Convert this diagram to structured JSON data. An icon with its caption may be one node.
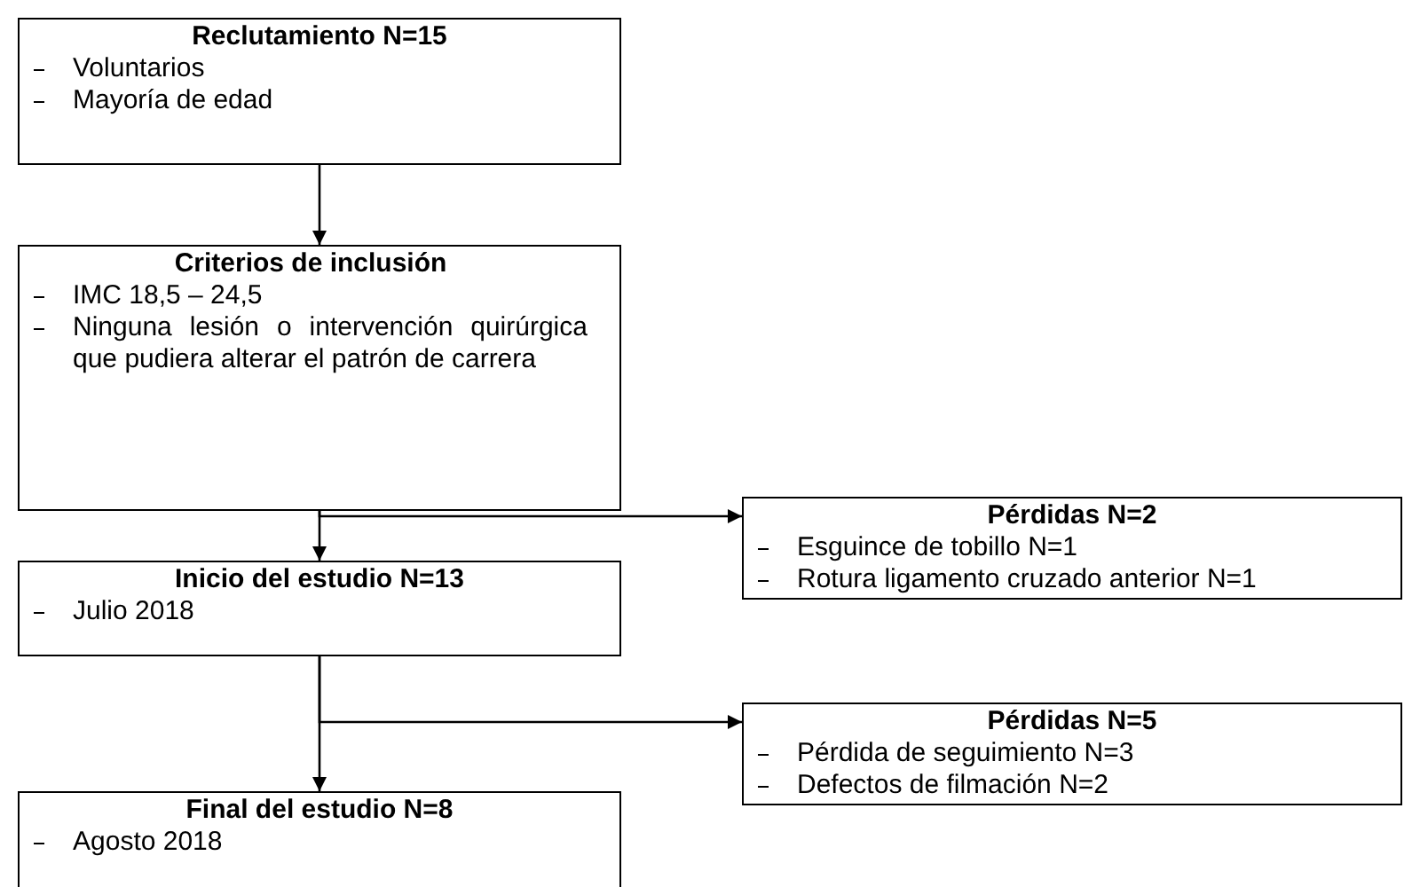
{
  "diagram": {
    "nodes": [
      {
        "text": [
          "Reclutamiento N=15",
          "Voluntarios",
          "Mayoría de edad"
        ]
      },
      {
        "text": [
          "Criterios de inclusión",
          "IMC 18,5 – 24,5",
          "Ninguna lesión o intervención quirúrgica que pudiera alterar el patrón de carrera"
        ]
      },
      {
        "text": [
          "Pérdidas N=2",
          "Esguince de tobillo N=1",
          "Rotura ligamento cruzado anterior N=1"
        ]
      },
      {
        "text": [
          "Inicio del estudio N=13",
          "Julio 2018"
        ]
      },
      {
        "text": [
          "Pérdidas N=5",
          "Pérdida de seguimiento N=3",
          "Defectos de filmación N=2"
        ]
      },
      {
        "text": [
          "Final del estudio N=8",
          "Agosto 2018"
        ]
      }
    ],
    "edges": [
      {
        "from": 0,
        "to": 1,
        "arrow": "to"
      },
      {
        "from": 1,
        "to": 3,
        "arrow": "to"
      },
      {
        "from": 1,
        "to": 2,
        "arrow": "to"
      },
      {
        "from": 3,
        "to": 5,
        "arrow": "to"
      },
      {
        "from": 3,
        "to": 4,
        "arrow": "to"
      }
    ]
  }
}
